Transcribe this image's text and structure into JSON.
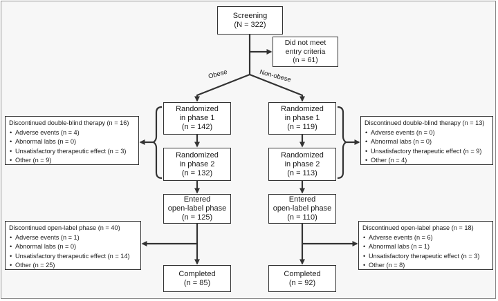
{
  "screening": {
    "title": "Screening",
    "n": "(N = 322)"
  },
  "excluded": {
    "line1": "Did not meet",
    "line2": "entry criteria",
    "n": "(n = 61)"
  },
  "branches": {
    "left": "Obese",
    "right": "Non-obese"
  },
  "obese": {
    "rand1": {
      "line1": "Randomized",
      "line2": "in phase 1",
      "n": "(n = 142)"
    },
    "rand2": {
      "line1": "Randomized",
      "line2": "in phase 2",
      "n": "(n = 132)"
    },
    "open": {
      "line1": "Entered",
      "line2": "open-label phase",
      "n": "(n = 125)"
    },
    "completed": {
      "line1": "Completed",
      "n": "(n = 85)"
    },
    "disc_db": {
      "title": "Discontinued double-blind therapy (n = 16)",
      "items": [
        "Adverse events (n = 4)",
        "Abnormal labs (n = 0)",
        "Unsatisfactory therapeutic effect (n = 3)",
        "Other (n = 9)"
      ]
    },
    "disc_ol": {
      "title": "Discontinued open-label phase (n = 40)",
      "items": [
        "Adverse events (n = 1)",
        "Abnormal labs (n = 0)",
        "Unsatisfactory therapeutic effect (n = 14)",
        "Other (n = 25)"
      ]
    }
  },
  "nonobese": {
    "rand1": {
      "line1": "Randomized",
      "line2": "in phase 1",
      "n": "(n = 119)"
    },
    "rand2": {
      "line1": "Randomized",
      "line2": "in phase 2",
      "n": "(n = 113)"
    },
    "open": {
      "line1": "Entered",
      "line2": "open-label phase",
      "n": "(n = 110)"
    },
    "completed": {
      "line1": "Completed",
      "n": "(n = 92)"
    },
    "disc_db": {
      "title": "Discontinued double-blind therapy (n = 13)",
      "items": [
        "Adverse events (n = 0)",
        "Abnormal labs (n = 0)",
        "Unsatisfactory therapeutic effect (n = 9)",
        "Other (n = 4)"
      ]
    },
    "disc_ol": {
      "title": "Discontinued open-label phase (n = 18)",
      "items": [
        "Adverse events (n = 6)",
        "Abnormal labs (n = 1)",
        "Unsatisfactory therapeutic effect (n = 3)",
        "Other (n = 8)"
      ]
    }
  }
}
